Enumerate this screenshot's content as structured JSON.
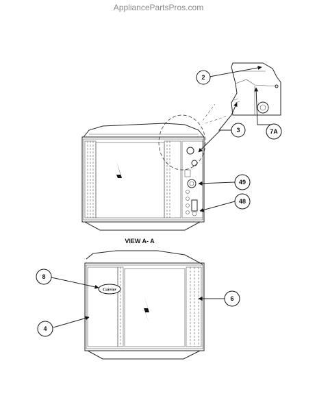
{
  "watermark": "AppliancePartsPros.com",
  "view_label": "VIEW A- A",
  "logo_text": "Carrier",
  "callouts": [
    {
      "id": "c2",
      "label": "2"
    },
    {
      "id": "c3",
      "label": "3"
    },
    {
      "id": "c7a",
      "label": "7A"
    },
    {
      "id": "c49",
      "label": "49"
    },
    {
      "id": "c48",
      "label": "48"
    },
    {
      "id": "c8",
      "label": "8"
    },
    {
      "id": "c6",
      "label": "6"
    },
    {
      "id": "c4",
      "label": "4"
    }
  ]
}
